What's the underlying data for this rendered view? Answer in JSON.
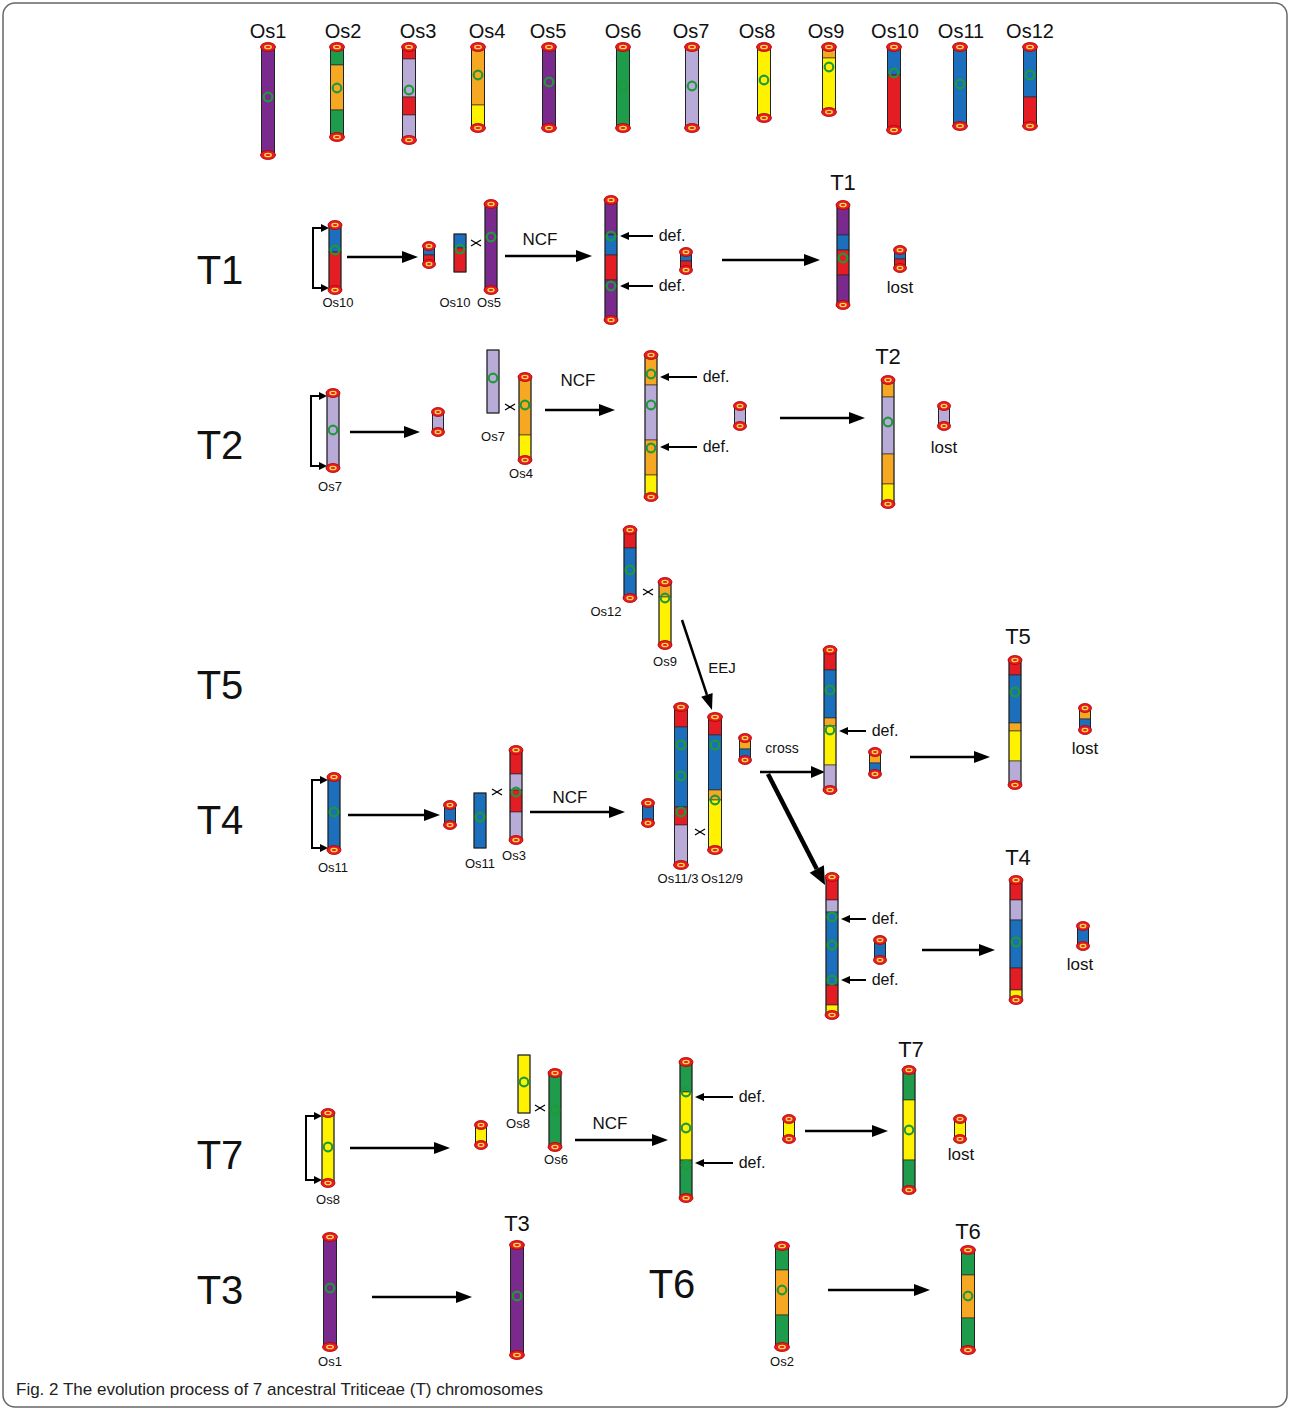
{
  "diagram": {
    "caption": "Fig. 2 The evolution process of 7 ancestral Triticeae (T) chromosomes",
    "labels": [
      "Os1",
      "Os2",
      "Os3",
      "Os4",
      "Os5",
      "Os6",
      "Os7",
      "Os8",
      "Os9",
      "Os10",
      "Os11",
      "Os12",
      "T1",
      "T1",
      "NCF",
      "def.",
      "def.",
      "Os10",
      "Os10",
      "Os5",
      "lost",
      "T2",
      "NCF",
      "def.",
      "def.",
      "Os7",
      "T2",
      "lost",
      "Os4",
      "Os7",
      "Os12",
      "Os9",
      "EEJ",
      "T5",
      "T5",
      "def.",
      "cross",
      "lost",
      "NCF",
      "T4",
      "Os3",
      "T4",
      "Os11",
      "Os11",
      "Os11/3",
      "Os12/9",
      "def.",
      "lost",
      "def.",
      "T7",
      "def.",
      "NCF",
      "Os8",
      "T7",
      "lost",
      "Os6",
      "def.",
      "Os8",
      "T3",
      "T6",
      "T6",
      "T3",
      "Os1",
      "Os2"
    ]
  }
}
